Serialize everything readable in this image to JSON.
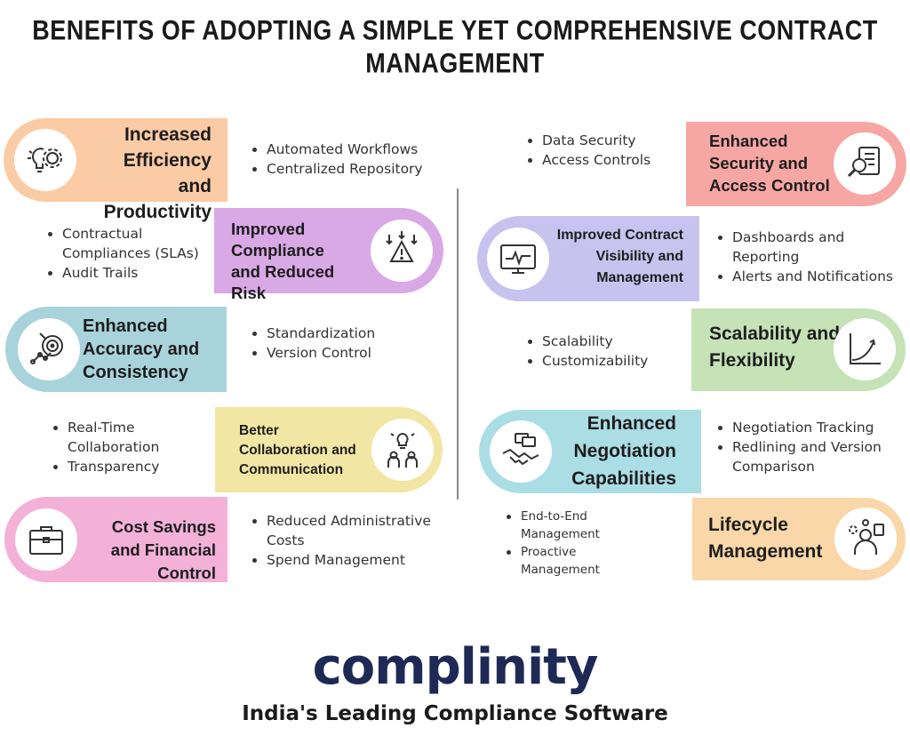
{
  "title": "BENEFITS OF ADOPTING A SIMPLE YET COMPREHENSIVE CONTRACT MANAGEMENT",
  "benefits": [
    {
      "title": "Increased Efficiency and Productivity",
      "icon": "bulb-gear-icon",
      "color": "#fbcba5",
      "bullets": [
        "Automated Workflows",
        "Centralized Repository"
      ]
    },
    {
      "title": "Improved Compliance and Reduced Risk",
      "icon": "warning-arrows-icon",
      "color": "#d9a9e6",
      "bullets": [
        "Contractual Compliances (SLAs)",
        "Audit Trails"
      ]
    },
    {
      "title": "Enhanced Accuracy and Consistency",
      "icon": "target-icon",
      "color": "#a9d3da",
      "bullets": [
        "Standardization",
        "Version Control"
      ]
    },
    {
      "title": "Better Collaboration and Communication",
      "icon": "team-idea-icon",
      "color": "#f2e6a4",
      "bullets": [
        "Real-Time Collaboration",
        "Transparency"
      ]
    },
    {
      "title": "Cost Savings and Financial Control",
      "icon": "briefcase-icon",
      "color": "#f3b1d8",
      "bullets": [
        "Reduced Administrative Costs",
        "Spend Management"
      ]
    },
    {
      "title": "Enhanced Security and Access Control",
      "icon": "document-search-icon",
      "color": "#f6a7a4",
      "bullets": [
        "Data Security",
        "Access Controls"
      ]
    },
    {
      "title": "Improved Contract Visibility and Management",
      "icon": "monitor-chart-icon",
      "color": "#c8c2ee",
      "bullets": [
        "Dashboards and Reporting",
        "Alerts and Notifications"
      ]
    },
    {
      "title": "Scalability and Flexibility",
      "icon": "growth-graph-icon",
      "color": "#c5e3b6",
      "bullets": [
        "Scalability",
        "Customizability"
      ]
    },
    {
      "title": "Enhanced Negotiation Capabilities",
      "icon": "handshake-icon",
      "color": "#abdde4",
      "bullets": [
        "Negotiation Tracking",
        "Redlining and Version Comparison"
      ]
    },
    {
      "title": "Lifecycle Management",
      "icon": "person-gears-icon",
      "color": "#fad7a8",
      "bullets": [
        "End-to-End Management",
        "Proactive Management"
      ]
    }
  ],
  "brand": {
    "logo_text": "complinity",
    "tagline": "India's Leading Compliance Software",
    "logo_color": "#1e2a55",
    "dot_color": "#3aa34a"
  }
}
